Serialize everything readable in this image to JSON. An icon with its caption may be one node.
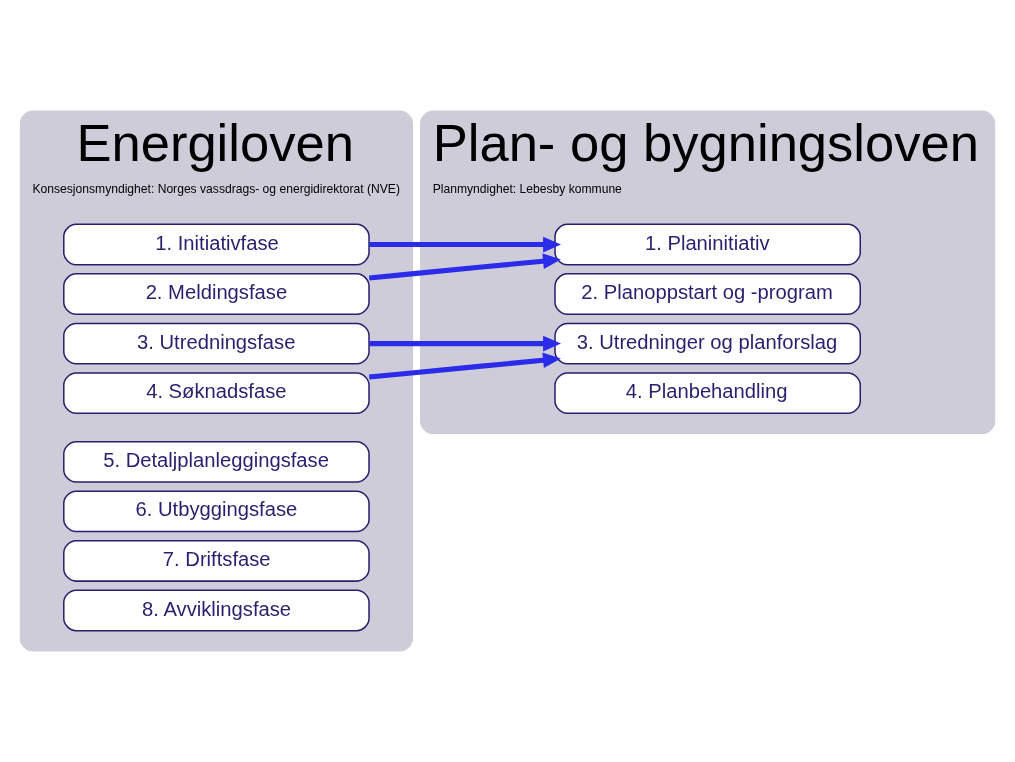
{
  "diagram": {
    "nodes": [
      {
        "text": [
          "Energiloven",
          "Konsesjonsmyndighet: Norges vassdrags- og energidirektorat (NVE)"
        ]
      },
      {
        "text": [
          "1. Initiativfase"
        ],
        "in": 0
      },
      {
        "text": [
          "2. Meldingsfase"
        ],
        "in": 0
      },
      {
        "text": [
          "3. Utredningsfase"
        ],
        "in": 0
      },
      {
        "text": [
          "4. Søknadsfase"
        ],
        "in": 0
      },
      {
        "text": [
          "5. Detaljplanleggingsfase"
        ],
        "in": 0
      },
      {
        "text": [
          "6. Utbyggingsfase"
        ],
        "in": 0
      },
      {
        "text": [
          "7. Driftsfase"
        ],
        "in": 0
      },
      {
        "text": [
          "8. Avviklingsfase"
        ],
        "in": 0
      },
      {
        "text": [
          "Plan- og bygningsloven",
          "Planmyndighet: Lebesby kommune"
        ]
      },
      {
        "text": [
          "1. Planinitiativ"
        ],
        "in": 9
      },
      {
        "text": [
          "2. Planoppstart og -program"
        ],
        "in": 9
      },
      {
        "text": [
          "3. Utredninger og planforslag"
        ],
        "in": 9
      },
      {
        "text": [
          "4. Planbehandling"
        ],
        "in": 9
      }
    ],
    "edges": [
      {
        "from": 1,
        "to": 10,
        "arrow": "to"
      },
      {
        "from": 2,
        "to": 10,
        "arrow": "to"
      },
      {
        "from": 3,
        "to": 12,
        "arrow": "to"
      },
      {
        "from": 4,
        "to": 12,
        "arrow": "to"
      }
    ]
  }
}
